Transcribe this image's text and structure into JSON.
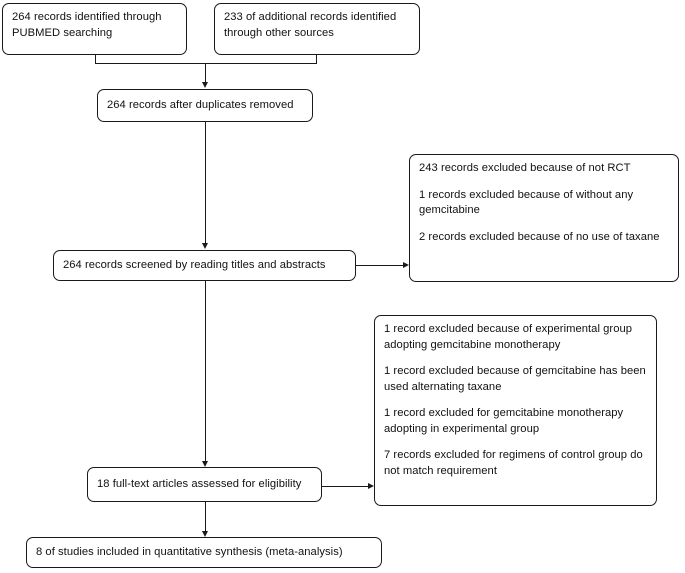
{
  "diagram": {
    "title": "PRISMA study selection flow diagram",
    "type": "flowchart",
    "stroke_color": "#1a1a1a",
    "background_color": "#ffffff",
    "nodes": {
      "identification_pubmed": {
        "lines": [
          "264 records identified through PUBMED searching"
        ]
      },
      "identification_other": {
        "lines": [
          "233 of additional records identified through other sources"
        ]
      },
      "duplicates_removed": {
        "lines": [
          "264 records after duplicates removed"
        ]
      },
      "screened": {
        "lines": [
          "264 records screened by reading titles and abstracts"
        ]
      },
      "screening_excluded": {
        "lines": [
          "243 records excluded because of not RCT",
          "1 records excluded because of without any gemcitabine",
          "2 records excluded because of no use of taxane"
        ]
      },
      "eligibility": {
        "lines": [
          "18 full-text articles assessed for eligibility"
        ]
      },
      "eligibility_excluded": {
        "lines": [
          "1 record excluded because of experimental group adopting gemcitabine monotherapy",
          "1 record excluded because of gemcitabine has been used alternating taxane",
          "1 record excluded for gemcitabine monotherapy adopting in experimental group",
          "7 records excluded for regimens of control group do not match requirement"
        ]
      },
      "included": {
        "lines": [
          "8 of studies included in quantitative synthesis (meta-analysis)"
        ]
      }
    }
  }
}
